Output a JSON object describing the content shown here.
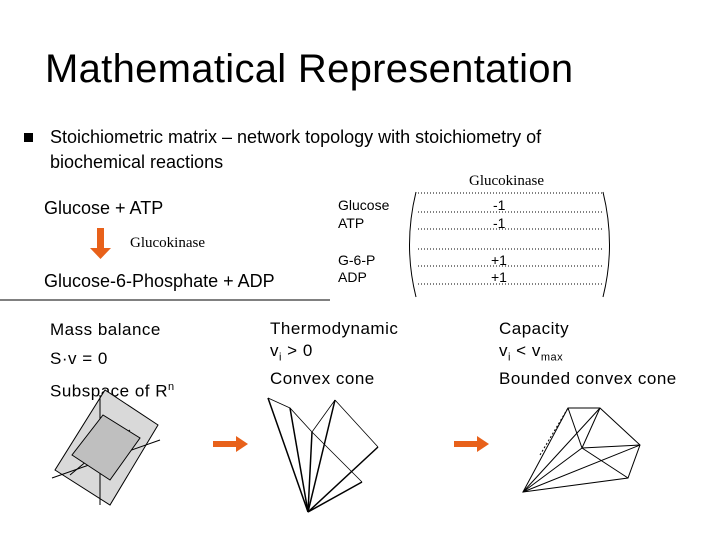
{
  "title": "Mathematical Representation",
  "bullet": {
    "line1": "Stoichiometric matrix – network topology with stoichiometry of",
    "line2": "biochemical reactions"
  },
  "reaction": {
    "substrates": "Glucose + ATP",
    "enzyme": "Glucokinase",
    "products": "Glucose-6-Phosphate + ADP",
    "arrow_color": "#E8611A"
  },
  "matrix": {
    "column_header": "Glucokinase",
    "rows": [
      {
        "name": "Glucose",
        "value": "-1"
      },
      {
        "name": "ATP",
        "value": "-1"
      },
      {
        "name": "G-6-P",
        "value": "+1"
      },
      {
        "name": "ADP",
        "value": "+1"
      }
    ]
  },
  "panels": {
    "mass_balance": {
      "title": "Mass balance",
      "eq": "S·v = 0",
      "subspace": "Subspace of R",
      "superscript": "n"
    },
    "thermodynamic": {
      "title": "Thermodynamic",
      "v": "v",
      "sub": "i",
      "rest": " > 0",
      "cone": "Convex cone"
    },
    "capacity": {
      "title": "Capacity",
      "v": "v",
      "sub": "i",
      "mid": " < v",
      "sub2": "max",
      "cone": "Bounded convex cone"
    }
  },
  "colors": {
    "accent": "#E8611A",
    "text": "#000000",
    "plane": "#D9D9D9"
  }
}
